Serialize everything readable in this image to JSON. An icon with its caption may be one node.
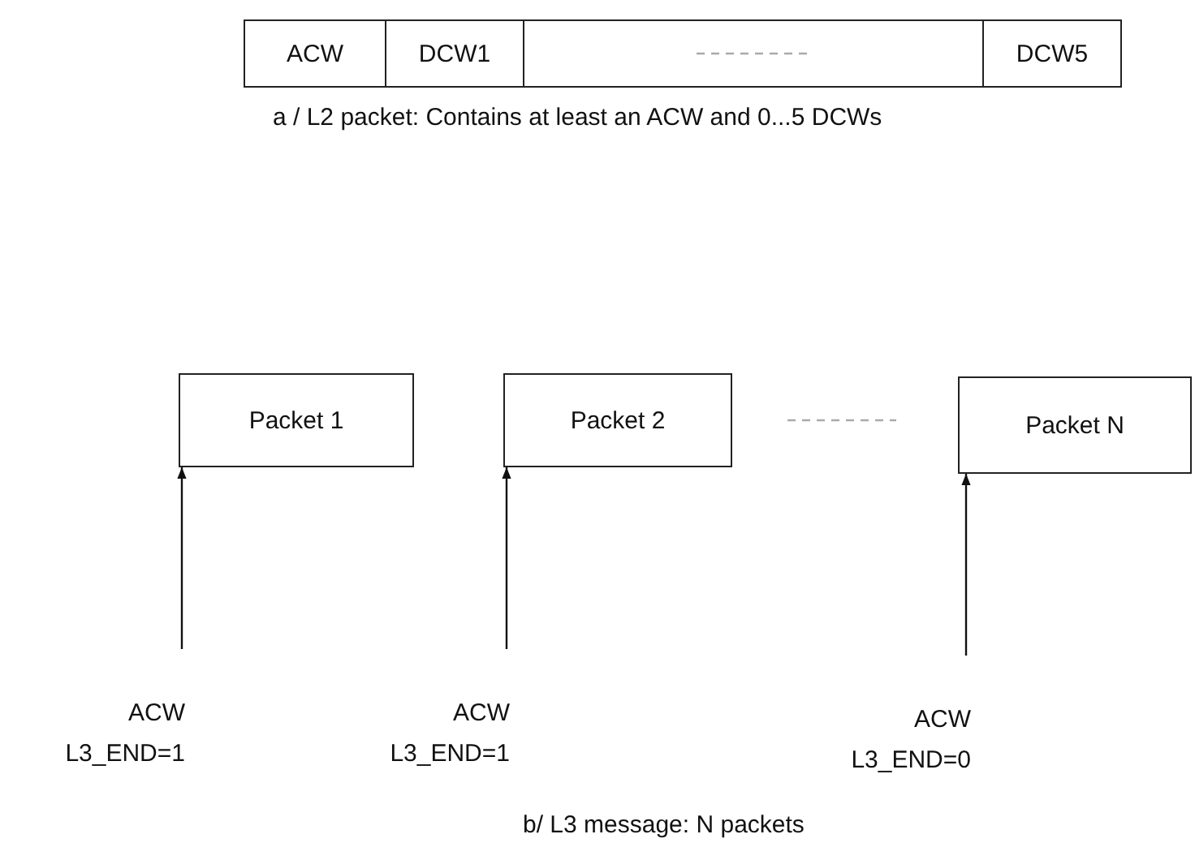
{
  "diagram": {
    "nodes": [
      {
        "text": [
          "ACW"
        ]
      },
      {
        "text": [
          "DCW1"
        ]
      },
      {
        "text": [],
        "shape": "box"
      },
      {
        "text": [
          "DCW5"
        ]
      },
      {
        "text": [
          "Packet 1"
        ]
      },
      {
        "text": [
          "Packet 2"
        ]
      },
      {
        "text": [
          "Packet N"
        ]
      },
      {
        "text": [
          "ACW",
          "L3_END=1"
        ]
      },
      {
        "text": [
          "ACW",
          "L3_END=1"
        ]
      },
      {
        "text": [
          "ACW",
          "L3_END=0"
        ]
      }
    ],
    "edges": [
      {
        "from": 7,
        "to": 4,
        "arrow": "to"
      },
      {
        "from": 8,
        "to": 5,
        "arrow": "to"
      },
      {
        "from": 9,
        "to": 6,
        "arrow": "to"
      }
    ],
    "labels": [
      "a / L2 packet: Contains at least an ACW and 0...5 DCWs",
      "b/ L3 message: N packets"
    ]
  }
}
